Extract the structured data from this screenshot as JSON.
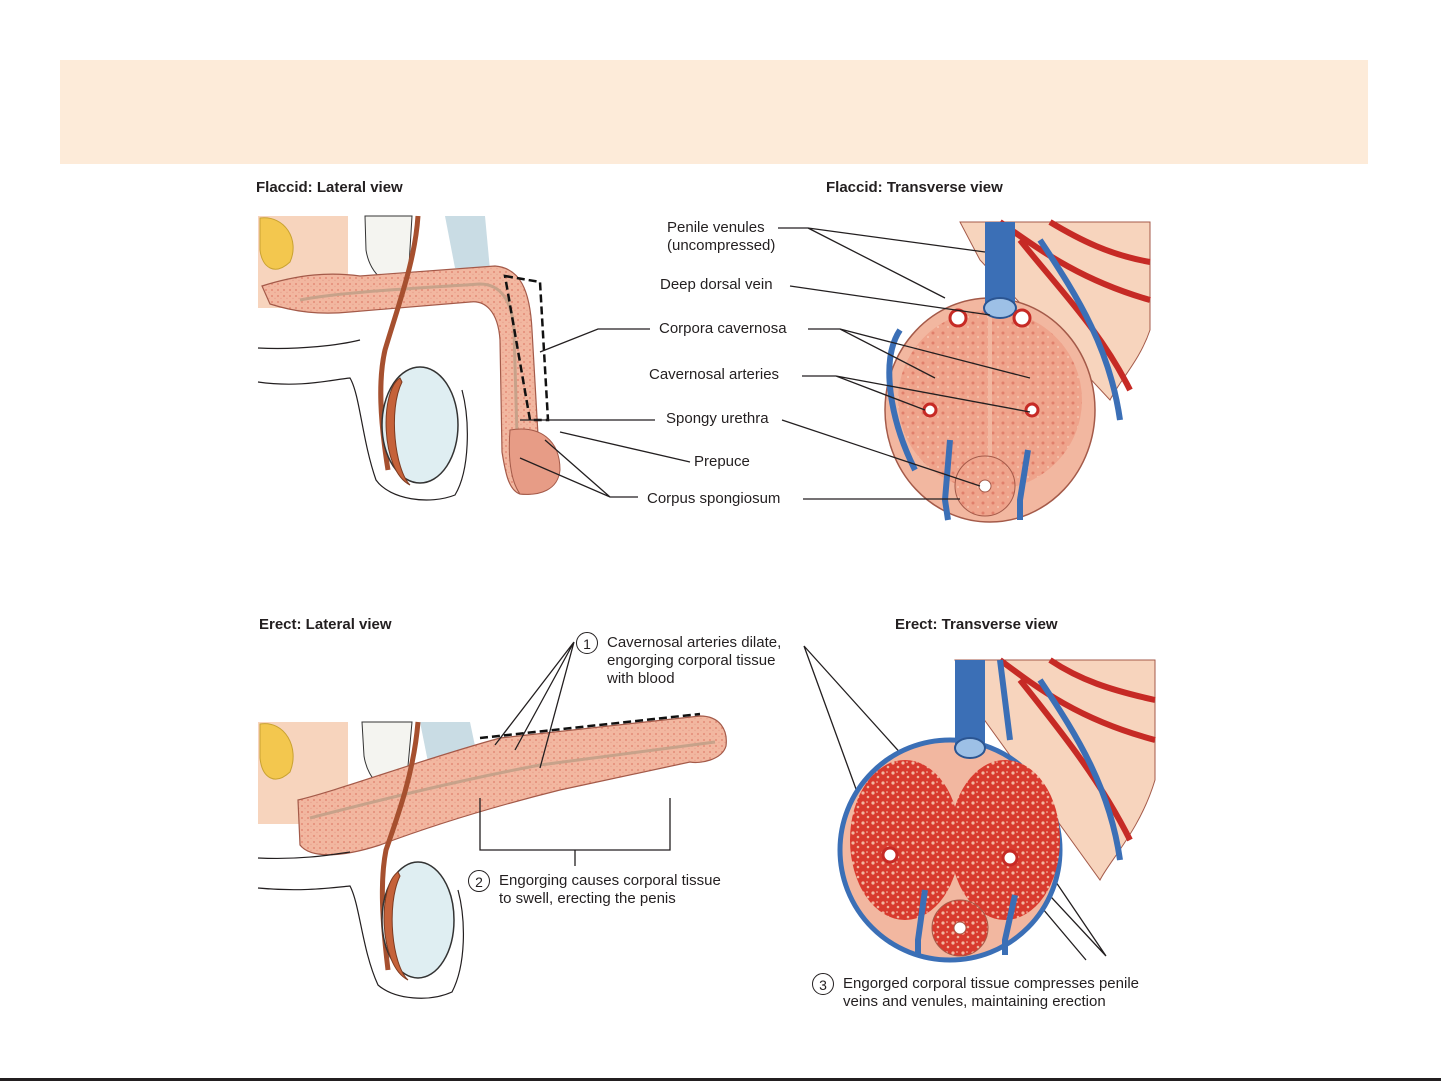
{
  "colors": {
    "title_bar": "#fdebd9",
    "tissue": "#f2b7a0",
    "tissue_dark": "#e48d77",
    "engorged": "#d83a2e",
    "vein": "#3b6fb6",
    "artery": "#c62a25",
    "skin": "#f7d4bd",
    "fat": "#f3c74e",
    "testis": "#dfeef2",
    "epididymis": "#c5623a"
  },
  "panels": {
    "flaccid_lateral": {
      "heading": "Flaccid: Lateral view"
    },
    "flaccid_transverse": {
      "heading": "Flaccid: Transverse view"
    },
    "erect_lateral": {
      "heading": "Erect: Lateral view"
    },
    "erect_transverse": {
      "heading": "Erect: Transverse view"
    }
  },
  "labels": {
    "penile_venules_1": "Penile venules",
    "penile_venules_2": "(uncompressed)",
    "deep_dorsal_vein": "Deep dorsal vein",
    "corpora_cavernosa": "Corpora cavernosa",
    "cavernosal_arteries": "Cavernosal arteries",
    "spongy_urethra": "Spongy urethra",
    "prepuce": "Prepuce",
    "corpus_spongiosum": "Corpus spongiosum"
  },
  "steps": [
    {
      "number": "1",
      "line1": "Cavernosal arteries dilate,",
      "line2": "engorging corporal tissue",
      "line3": "with blood"
    },
    {
      "number": "2",
      "line1": "Engorging causes corporal tissue",
      "line2": "to swell, erecting the penis"
    },
    {
      "number": "3",
      "line1": "Engorged corporal tissue compresses penile",
      "line2": "veins and venules, maintaining erection"
    }
  ]
}
